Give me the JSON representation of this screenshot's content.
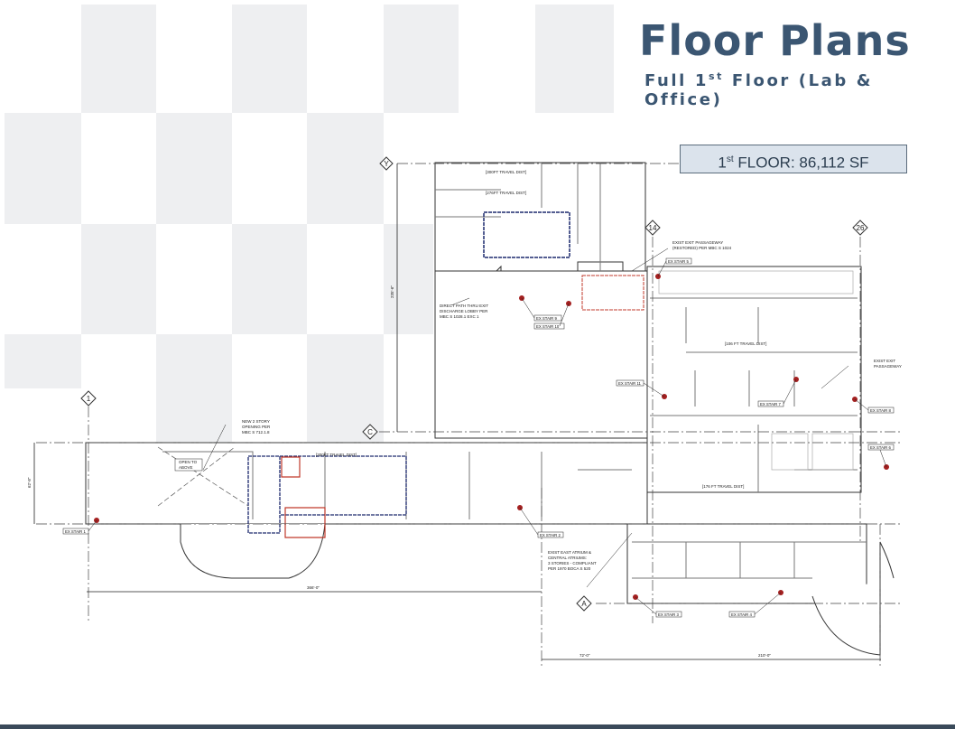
{
  "header": {
    "title": "Floor Plans",
    "subtitle_prefix": "Full 1",
    "subtitle_sup": "st",
    "subtitle_suffix": " Floor (Lab & Office)"
  },
  "area_box": {
    "prefix": "1",
    "sup": "st",
    "text": " FLOOR: 86,112 SF"
  },
  "grid_labels": {
    "y": "Y",
    "g14": "14",
    "g26": "26",
    "g1": "1",
    "c": "C",
    "a": "A"
  },
  "stairs": {
    "s1": "EX STAIR 1",
    "s2": "EX STAIR 2",
    "s3": "EX STAIR 3",
    "s4": "EX STAIR 4",
    "s5": "EX STAIR 5",
    "s6": "EX STAIR 6",
    "s7": "EX STAIR 7",
    "s8": "EX STAIR 8",
    "s9": "EX STAIR 9",
    "s10": "EX STAIR 10",
    "s11": "EX STAIR 11"
  },
  "notes": {
    "exit_passage_restored_1": "EXIST EXIT PASSAGEWAY",
    "exit_passage_restored_2": "(RESTORED) PER MBC S 1024",
    "direct_path_1": "DIRECT PATH THRU EXIT",
    "direct_path_2": "DISCHARGE LOBBY PER",
    "direct_path_3": "MBC S 1028.1 EXC 1",
    "new_opening_1": "NEW 2 STORY",
    "new_opening_2": "OPENING PER",
    "new_opening_3": "MBC S 712.1.8",
    "open_to_above_1": "OPEN TO",
    "open_to_above_2": "ABOVE",
    "atrium_1": "EXIST EAST ATRIUM &",
    "atrium_2": "CENTRAL ATRIUMS:",
    "atrium_3": "3 STORIES - COMPLIANT",
    "atrium_4": "PER 1970 BOCA S 520",
    "exit_passage_east_1": "EXIST EXIT",
    "exit_passage_east_2": "PASSAGEWAY",
    "travel_1": "[300FT TRAVEL DIST]",
    "travel_2": "[276FT TRAVEL DIST]",
    "travel_3": "[106 FT TRAVEL DIST]",
    "travel_4": "[176 FT TRAVEL DIST]",
    "travel_5": "[300FT TRAVEL DIST]"
  },
  "dimensions": {
    "d_total": "366'-0\"",
    "d_72": "72'-0\"",
    "d_210": "210'-0\"",
    "d_vert": "235'-6\"",
    "d_left": "62'-8\""
  },
  "colors": {
    "title": "#3b5672",
    "box_fill": "#dbe3ec",
    "stair_dot": "#a32020",
    "blue_zone": "#1d2a6e",
    "red_zone": "#c0392b"
  }
}
